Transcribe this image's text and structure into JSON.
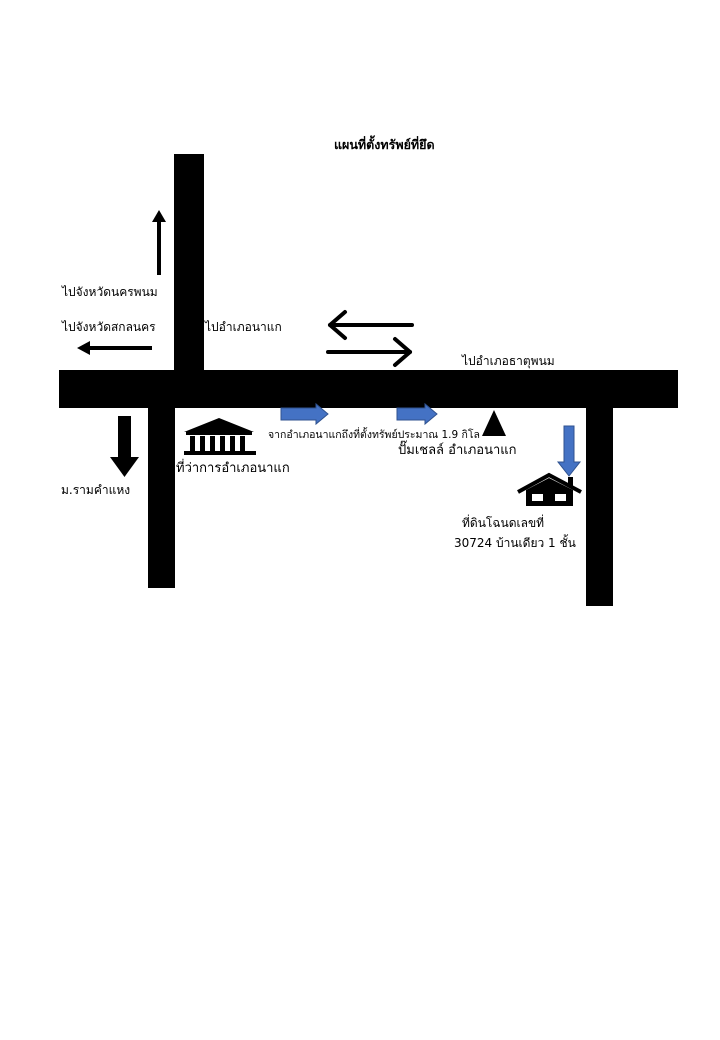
{
  "map": {
    "title": "แผนที่ตั้งทรัพย์ที่ยึด",
    "labels": {
      "to_nakhon_phanom": "ไปจังหวัดนครพนม",
      "to_sakon_nakhon": "ไปจังหวัดสกลนคร",
      "to_na_kae_district": "ไปอำเภอนาแก",
      "to_that_phanom": "ไปอำเภอธาตุพนม",
      "ram_khamhaeng_village": "ม.รามคำแหง",
      "district_office": "ที่ว่าการอำเภอนาแก",
      "distance_note": "จากอำเภอนาแกถึงที่ตั้งทรัพย์ประมาณ 1.9 กิโล",
      "diesel_pump": "ปั๊มเชลล์ อำเภอนาแก",
      "property_line1": "ที่ดินโฉนดเลขที่",
      "property_line2": "30724 บ้านเดียว 1 ชั้น"
    },
    "colors": {
      "road": "#000000",
      "route_arrow": "#4472c4",
      "route_arrow_border": "#2f528f"
    },
    "icons": {
      "government": "government-building-icon",
      "pump": "triangle-landmark-icon",
      "house": "house-icon"
    }
  }
}
